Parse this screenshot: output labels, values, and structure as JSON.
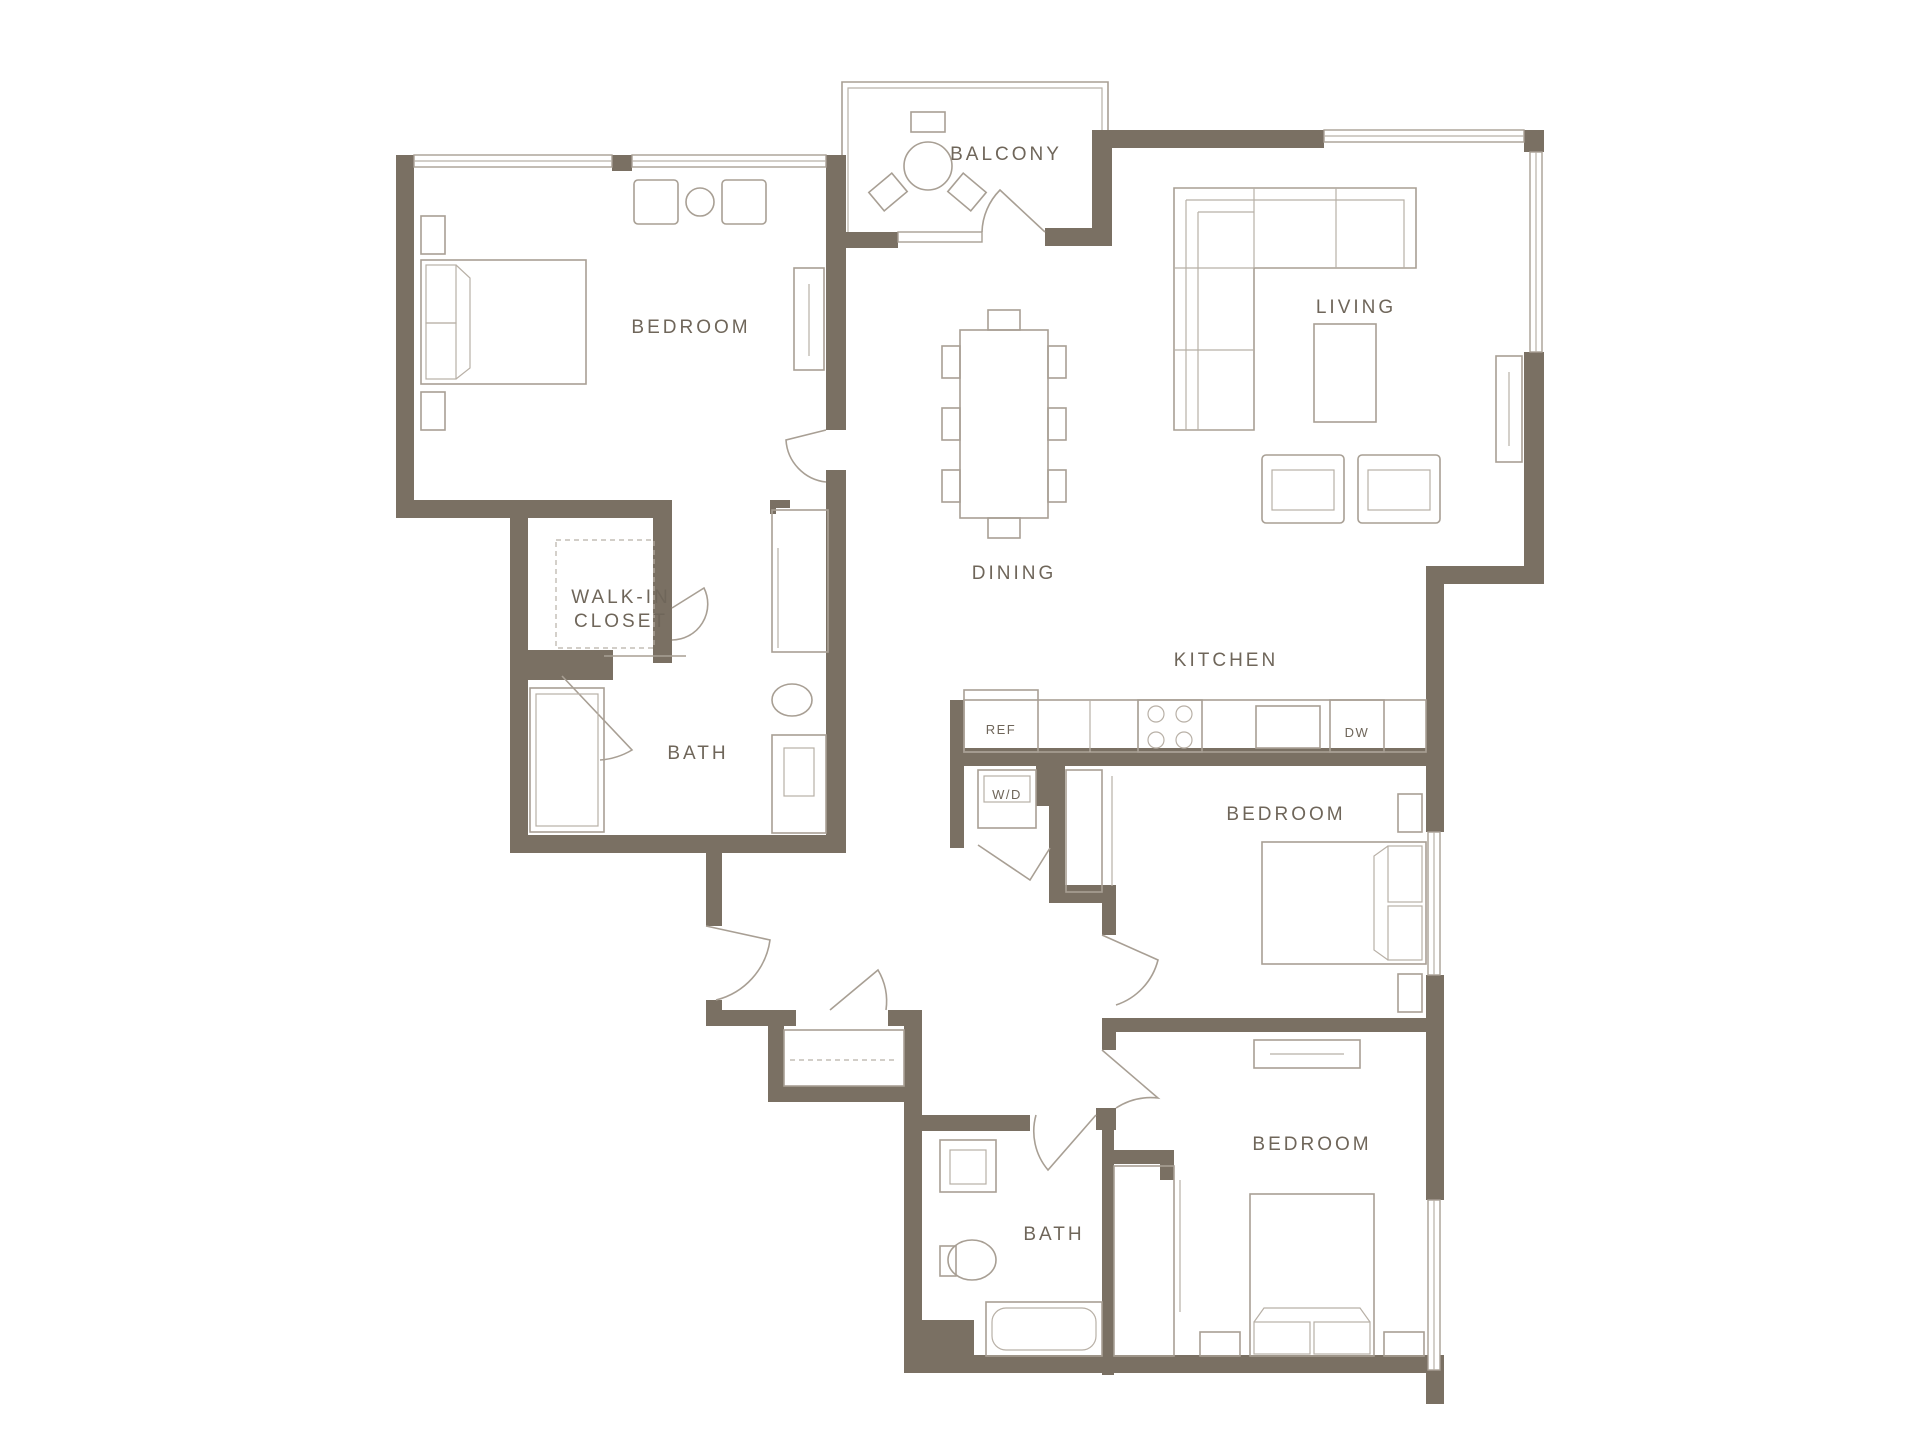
{
  "floor_plan": {
    "colors": {
      "wall": "#7a7063",
      "line": "#a89f94",
      "label": "#6f665a",
      "background": "#ffffff"
    },
    "rooms": {
      "balcony": "BALCONY",
      "primary_bedroom": "BEDROOM",
      "living": "LIVING",
      "dining": "DINING",
      "walk_in_closet_line1": "WALK-IN",
      "walk_in_closet_line2": "CLOSET",
      "primary_bath": "BATH",
      "kitchen": "KITCHEN",
      "bedroom_2": "BEDROOM",
      "bedroom_3": "BEDROOM",
      "hall_bath": "BATH"
    },
    "appliances": {
      "refrigerator": "REF",
      "dishwasher": "DW",
      "washer_dryer": "W/D"
    }
  }
}
